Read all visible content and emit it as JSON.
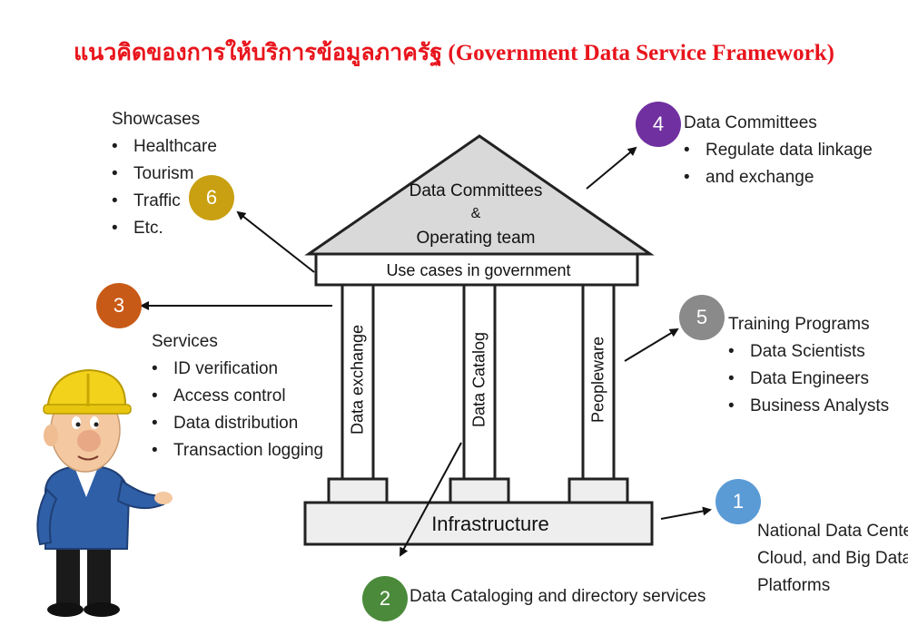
{
  "title": "แนวคิดของการให้บริการข้อมูลภาครัฐ (Government Data Service Framework)",
  "temple": {
    "roof_line1": "Data Committees",
    "roof_line2": "&",
    "roof_line3": "Operating team",
    "beam": "Use cases in government",
    "pillars": [
      "Data exchange",
      "Data Catalog",
      "Peopleware"
    ],
    "base": "Infrastructure"
  },
  "nodes": {
    "n1": {
      "number": "1",
      "color": "#5b9bd5",
      "lines": [
        "National Data Center,",
        "Cloud, and Big Data",
        "Platforms"
      ]
    },
    "n2": {
      "number": "2",
      "color": "#4a8a3a",
      "text": "Data Cataloging and directory services"
    },
    "n3": {
      "number": "3",
      "color": "#c85a17",
      "heading": "Services",
      "items": [
        "ID verification",
        "Access control",
        "Data distribution",
        "Transaction logging"
      ]
    },
    "n4": {
      "number": "4",
      "color": "#7030a0",
      "heading": "Data Committees",
      "items": [
        "Regulate data linkage",
        "and exchange"
      ]
    },
    "n5": {
      "number": "5",
      "color": "#8a8a8a",
      "heading": "Training Programs",
      "items": [
        "Data Scientists",
        "Data Engineers",
        "Business Analysts"
      ]
    },
    "n6": {
      "number": "6",
      "color": "#c9a011",
      "heading": "Showcases",
      "items": [
        "Healthcare",
        "Tourism",
        "Traffic",
        "Etc."
      ]
    }
  },
  "colors": {
    "structure_fill": "#eeeeee",
    "structure_stroke": "#222222",
    "roof_fill": "#d9d9d9",
    "arrow": "#111111"
  }
}
